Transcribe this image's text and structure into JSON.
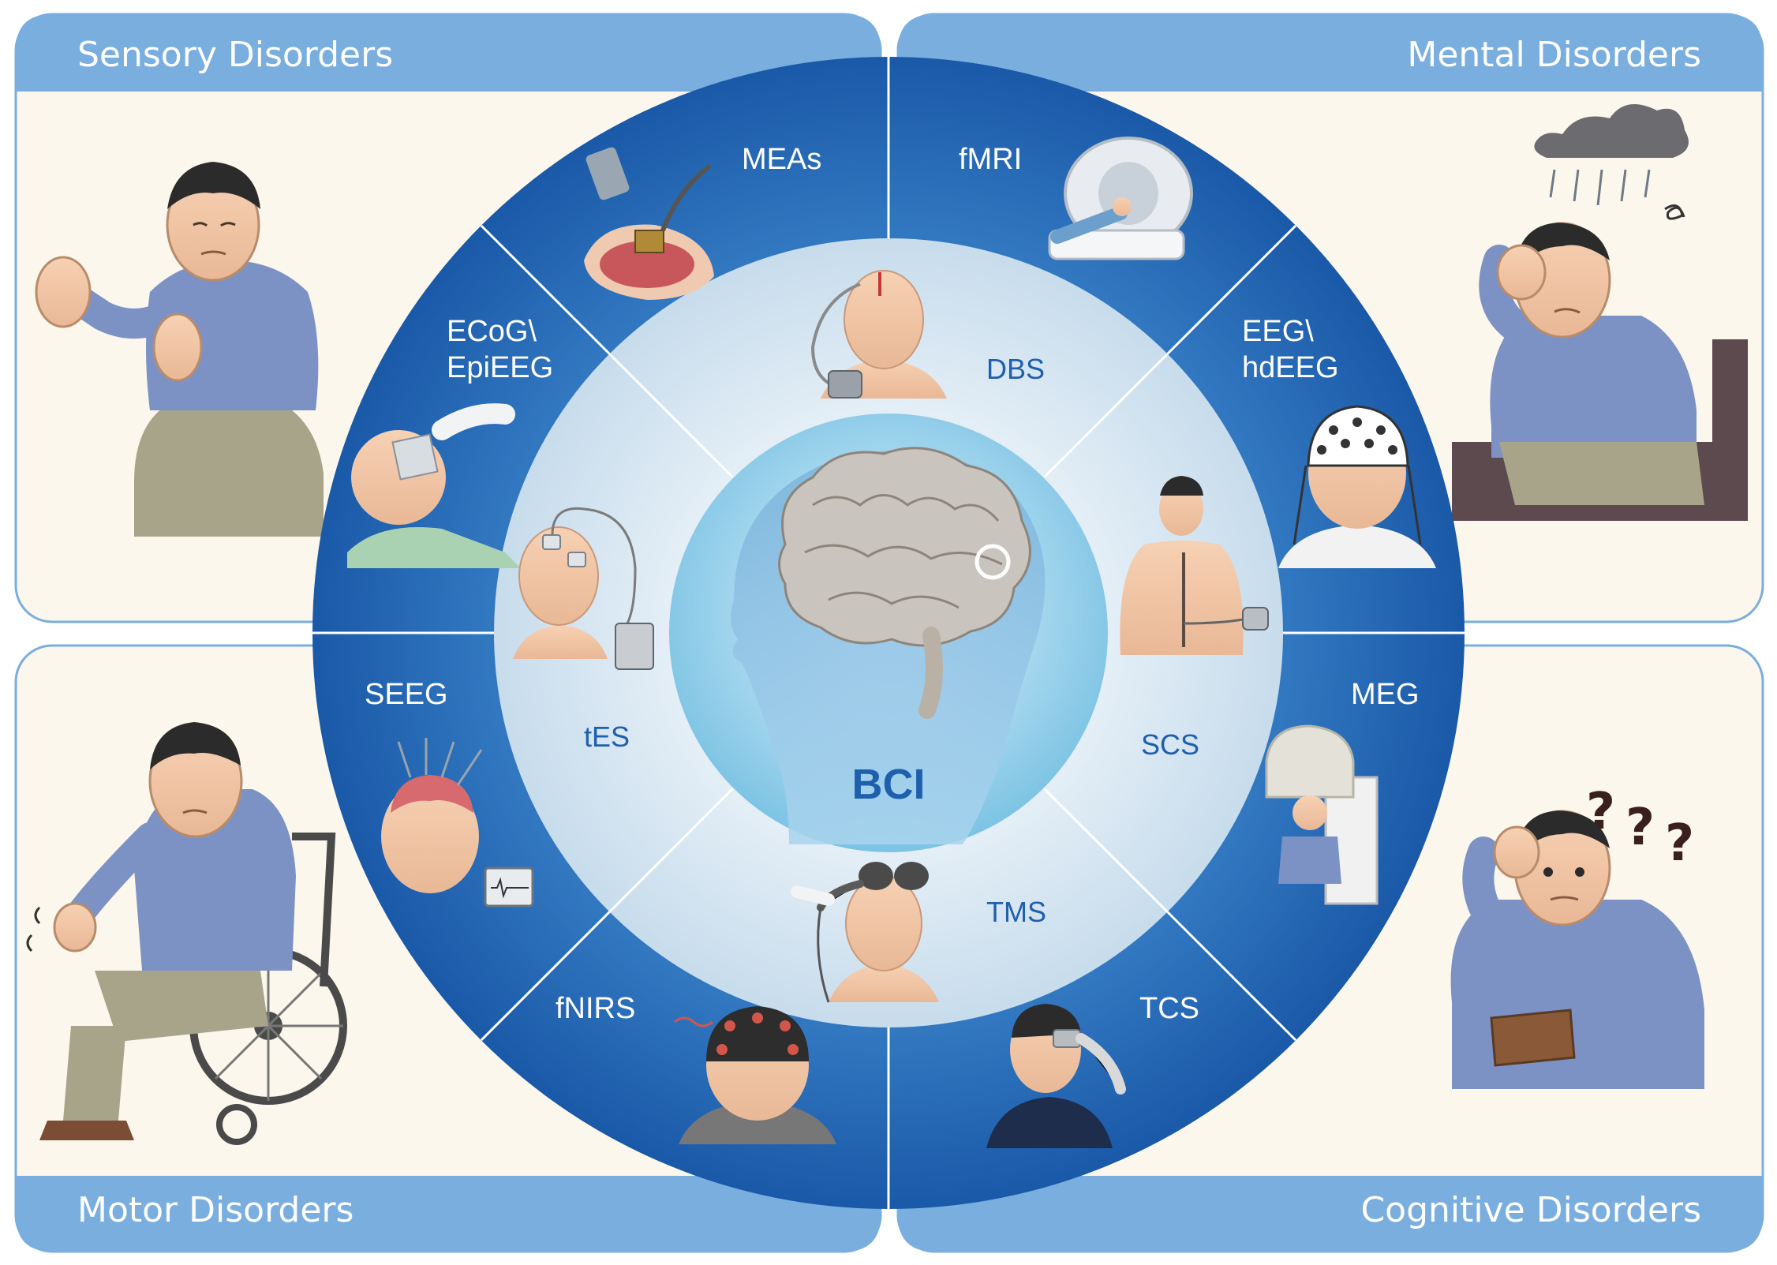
{
  "center": {
    "label": "BCI"
  },
  "quadrants": {
    "top_left": "Sensory Disorders",
    "top_right": "Mental Disorders",
    "bottom_left": "Motor Disorders",
    "bottom_right": "Cognitive Disorders"
  },
  "outer_ring": {
    "meas": "MEAs",
    "fmri": "fMRI",
    "ecog_line1": "ECoG\\",
    "ecog_line2": "EpiEEG",
    "eeg_line1": "EEG\\",
    "eeg_line2": "hdEEG",
    "seeg": "SEEG",
    "meg": "MEG",
    "fnirs": "fNIRS",
    "tcs": "TCS"
  },
  "inner_ring": {
    "dbs": "DBS",
    "tes": "tES",
    "scs": "SCS",
    "tms": "TMS"
  },
  "colors": {
    "header_blue": "#79aedf",
    "panel_cream": "#fbf7ec",
    "ring_dark": "#1d5fae",
    "ring_light": "#d4e5f1",
    "accent_text": "#1e5fae"
  }
}
